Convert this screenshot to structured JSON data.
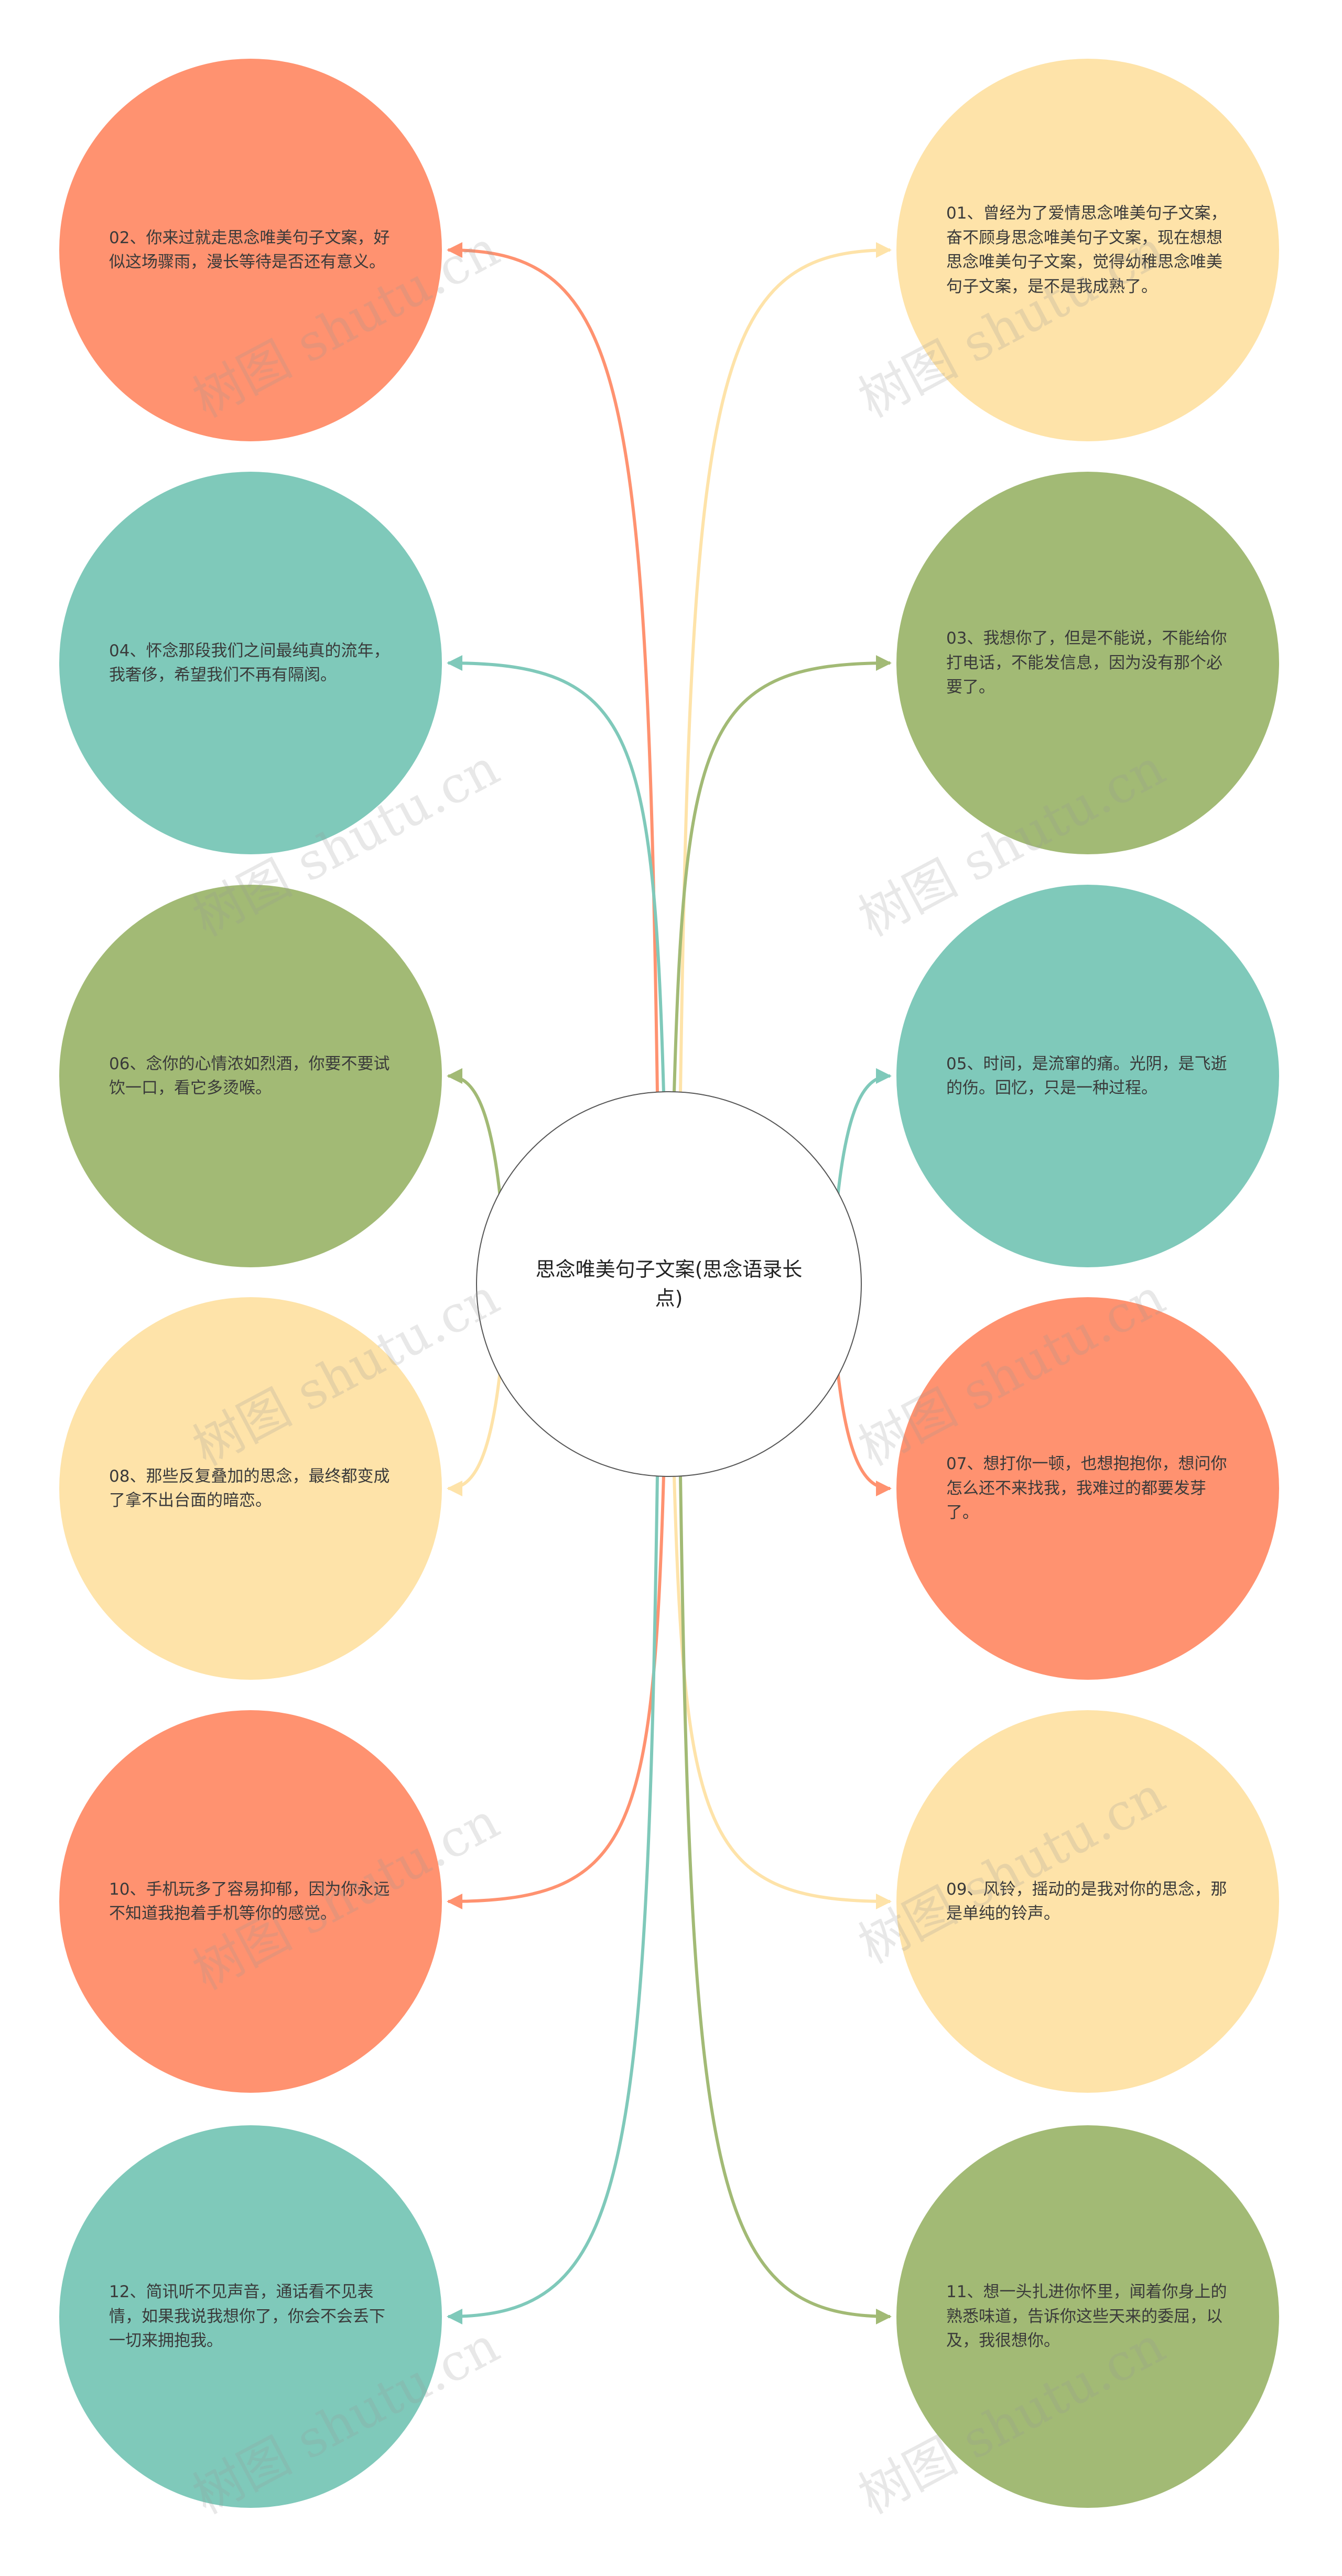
{
  "center": {
    "label": "思念唯美句子文案(思念语录长点)"
  },
  "colors": {
    "salmon": "#FF9270",
    "teal": "#7FC9BA",
    "olive": "#A2BA75",
    "cream": "#FEE3A9",
    "center_border": "#555555"
  },
  "nodes": [
    {
      "id": "n01",
      "side": "right",
      "row": 0,
      "color": "cream",
      "text": "01、曾经为了爱情思念唯美句子文案，奋不顾身思念唯美句子文案，现在想想思念唯美句子文案，觉得幼稚思念唯美句子文案，是不是我成熟了。"
    },
    {
      "id": "n02",
      "side": "left",
      "row": 0,
      "color": "salmon",
      "text": "02、你来过就走思念唯美句子文案，好似这场骤雨，漫长等待是否还有意义。"
    },
    {
      "id": "n03",
      "side": "right",
      "row": 1,
      "color": "olive",
      "text": "03、我想你了，但是不能说，不能给你打电话，不能发信息，因为没有那个必要了。"
    },
    {
      "id": "n04",
      "side": "left",
      "row": 1,
      "color": "teal",
      "text": "04、怀念那段我们之间最纯真的流年，我奢侈，希望我们不再有隔阂。"
    },
    {
      "id": "n05",
      "side": "right",
      "row": 2,
      "color": "teal",
      "text": "05、时间，是流窜的痛。光阴，是飞逝的伤。回忆，只是一种过程。"
    },
    {
      "id": "n06",
      "side": "left",
      "row": 2,
      "color": "olive",
      "text": "06、念你的心情浓如烈酒，你要不要试饮一口，看它多烫喉。"
    },
    {
      "id": "n07",
      "side": "right",
      "row": 3,
      "color": "salmon",
      "text": "07、想打你一顿，也想抱抱你，想问你怎么还不来找我，我难过的都要发芽了。"
    },
    {
      "id": "n08",
      "side": "left",
      "row": 3,
      "color": "cream",
      "text": "08、那些反复叠加的思念，最终都变成了拿不出台面的暗恋。"
    },
    {
      "id": "n09",
      "side": "right",
      "row": 4,
      "color": "cream",
      "text": "09、风铃，摇动的是我对你的思念，那是单纯的铃声。"
    },
    {
      "id": "n10",
      "side": "left",
      "row": 4,
      "color": "salmon",
      "text": "10、手机玩多了容易抑郁，因为你永远不知道我抱着手机等你的感觉。"
    },
    {
      "id": "n11",
      "side": "right",
      "row": 5,
      "color": "olive",
      "text": "11、想一头扎进你怀里，闻着你身上的熟悉味道，告诉你这些天来的委屈，以及，我很想你。"
    },
    {
      "id": "n12",
      "side": "left",
      "row": 5,
      "color": "teal",
      "text": "12、简讯听不见声音，通话看不见表情，如果我说我想你了，你会不会丢下一切来拥抱我。"
    }
  ],
  "watermark": {
    "text": "树图 shutu.cn"
  }
}
